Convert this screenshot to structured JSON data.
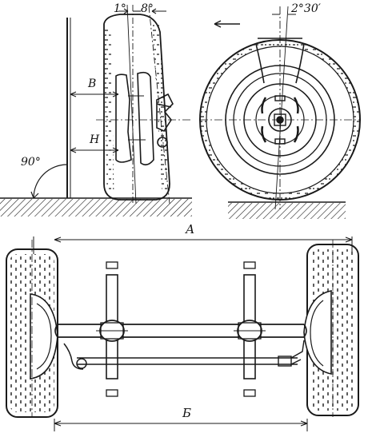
{
  "labels": {
    "camber_angle": "1°",
    "pin_tilt_angle": "8°",
    "caster_angle": "2°30′",
    "right_angle": "90°",
    "dim_b": "В",
    "dim_h": "Н",
    "front_track": "А",
    "rear_track": "Б"
  },
  "colors": {
    "ink": "#1a1a1a",
    "paper": "#ffffff"
  }
}
